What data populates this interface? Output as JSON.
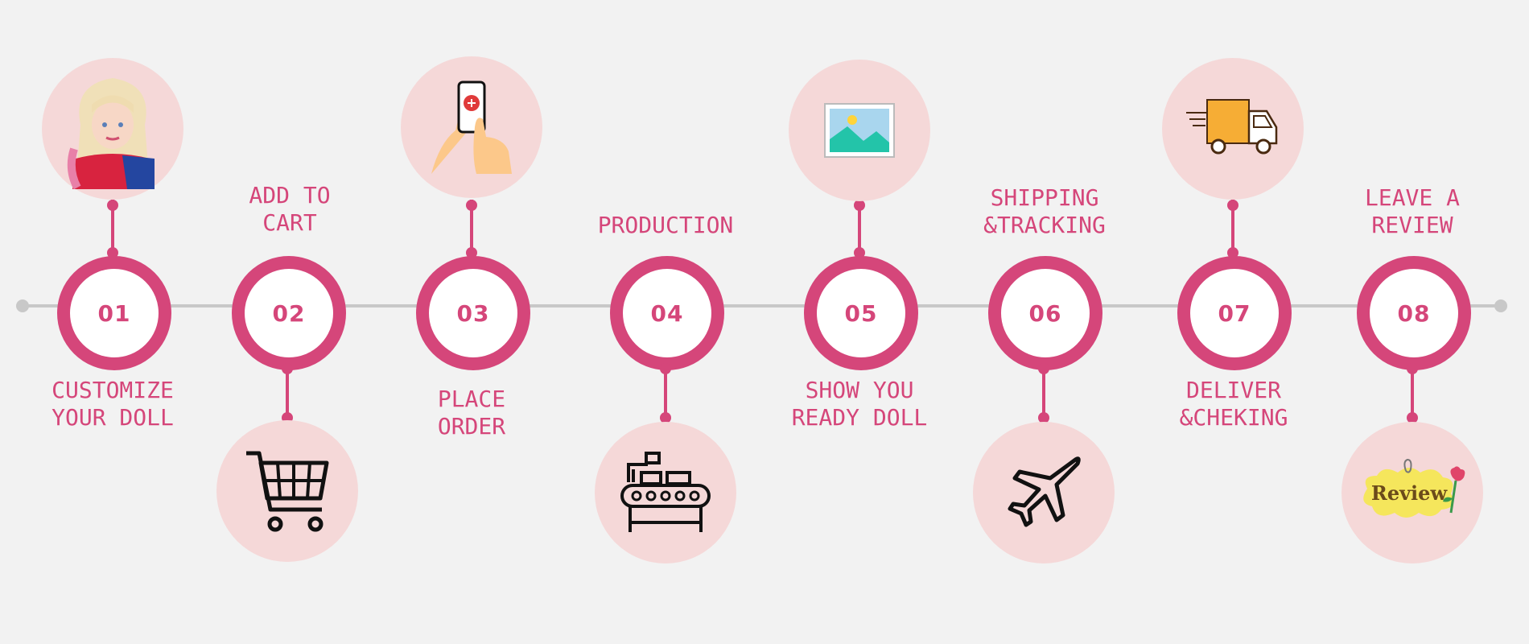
{
  "steps": [
    {
      "num": "01",
      "label": "CUSTOMIZE\nYOUR DOLL",
      "icon": "doll-photo-icon"
    },
    {
      "num": "02",
      "label": "ADD TO\nCART",
      "icon": "shopping-cart-icon"
    },
    {
      "num": "03",
      "label": "PLACE\nORDER",
      "icon": "phone-tap-icon"
    },
    {
      "num": "04",
      "label": "PRODUCTION",
      "icon": "conveyor-belt-icon"
    },
    {
      "num": "05",
      "label": "SHOW YOU\nREADY DOLL",
      "icon": "picture-icon"
    },
    {
      "num": "06",
      "label": "SHIPPING\n&TRACKING",
      "icon": "airplane-icon"
    },
    {
      "num": "07",
      "label": "DELIVER\n&CHEKING",
      "icon": "delivery-truck-icon"
    },
    {
      "num": "08",
      "label": "LEAVE A\nREVIEW",
      "icon": "review-sticker-icon"
    }
  ],
  "review_sticker_text": "Review",
  "colors": {
    "accent": "#d5467a",
    "icon_bg": "#f5d8d8",
    "line": "#c8c8c8",
    "background": "#f2f2f2"
  }
}
